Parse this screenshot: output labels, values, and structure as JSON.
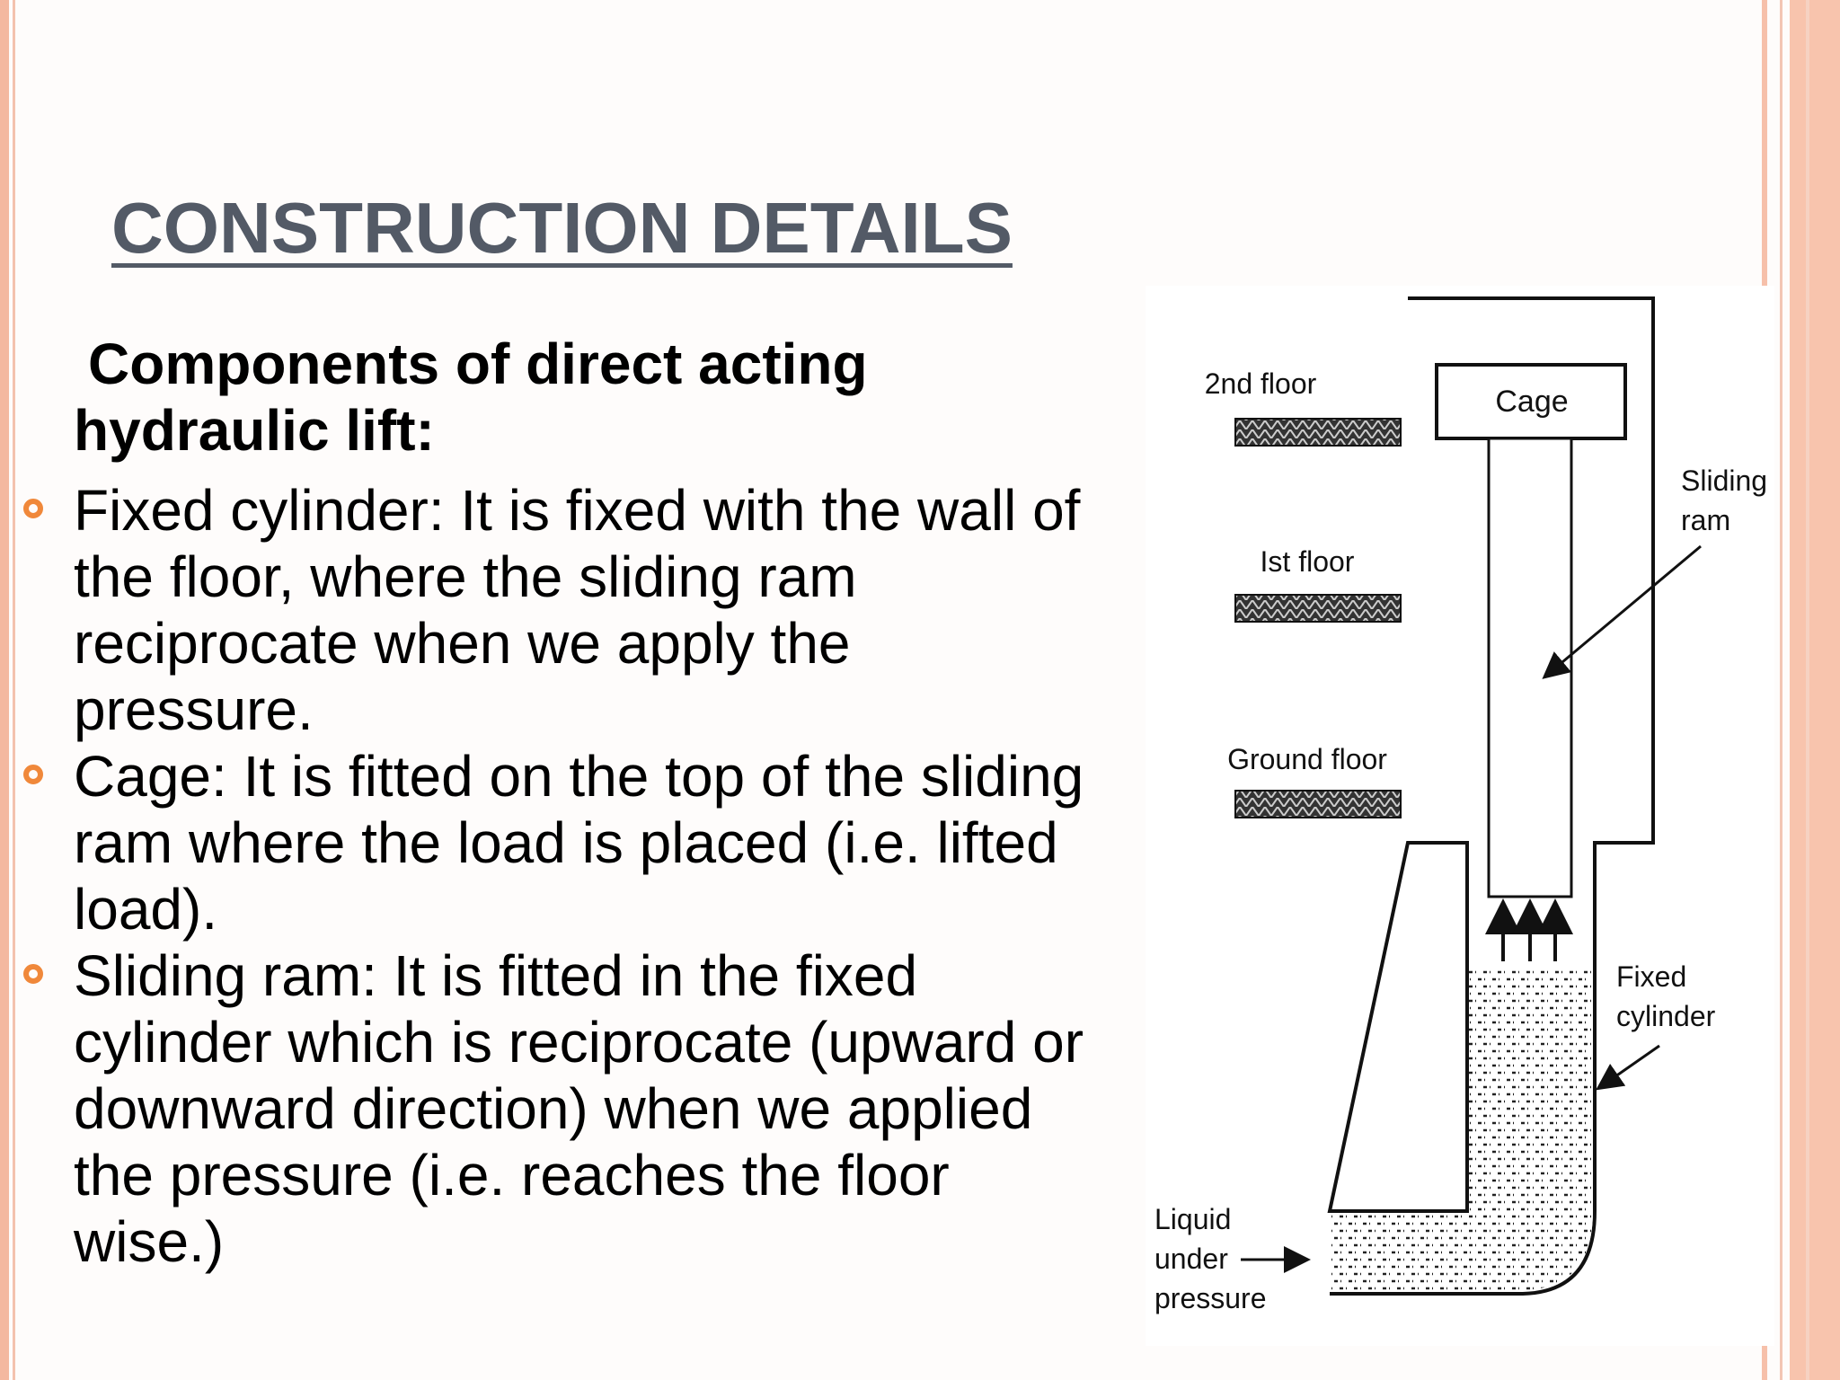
{
  "slide": {
    "title": "CONSTRUCTION DETAILS",
    "subheading": "Components of direct acting hydraulic lift:",
    "bullets": [
      "Fixed cylinder: It is fixed with the wall of the floor, where the sliding ram reciprocate when we apply the pressure.",
      "Cage: It is fitted on the top of the sliding ram where the load is placed (i.e. lifted load).",
      "Sliding ram: It is fitted in the fixed cylinder which is reciprocate (upward or downward direction) when we applied the pressure (i.e. reaches the floor wise.)"
    ]
  },
  "diagram": {
    "labels": {
      "floor2": "2nd floor",
      "floor1": "Ist floor",
      "ground": "Ground floor",
      "cage": "Cage",
      "sliding_ram_1": "Sliding",
      "sliding_ram_2": "ram",
      "fixed_cyl_1": "Fixed",
      "fixed_cyl_2": "cylinder",
      "liquid_1": "Liquid",
      "liquid_2": "under",
      "liquid_3": "pressure"
    }
  },
  "colors": {
    "title": "#535a66",
    "bullet_marker": "#f0883a",
    "border": "#f4b8a0"
  }
}
